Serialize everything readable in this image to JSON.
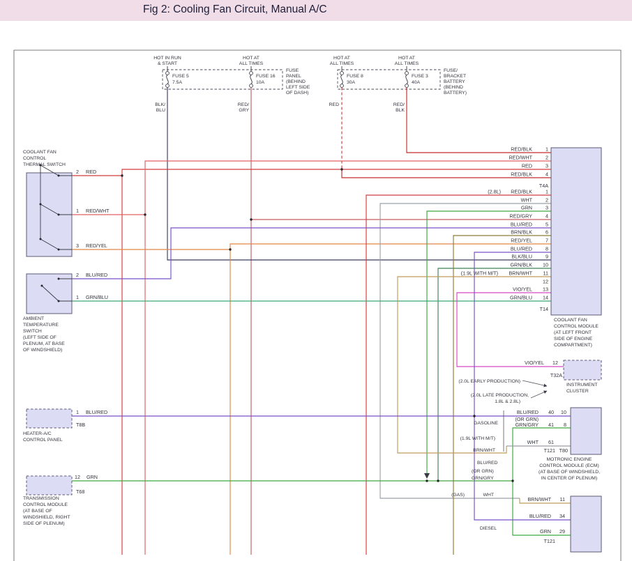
{
  "title": "Fig 2: Cooling Fan Circuit, Manual A/C",
  "colors": {
    "header_bg": "#f0dde8",
    "module_fill": "#dcddf4",
    "module_border": "#5a5a74",
    "red": "#d43c3c",
    "red_wht": "#e06060",
    "red_yel": "#e08848",
    "red_gry": "#c65c5c",
    "red_blk": "#c42c2c",
    "blu_red": "#7a50c8",
    "grn_blu": "#3aa674",
    "blk_blu": "#3a3a62",
    "brn_blk": "#8c7c36",
    "brn_wht": "#c09a5a",
    "vio_yel": "#d648c4",
    "grn": "#3da63d",
    "grn_gry": "#6cb05c",
    "grn_blk": "#3c8456",
    "wht": "#9ba1a6"
  },
  "feeds": [
    {
      "l1": "HOT IN RUN",
      "l2": "& START"
    },
    {
      "l1": "HOT AT",
      "l2": "ALL TIMES"
    },
    {
      "l1": "HOT AT",
      "l2": "ALL TIMES"
    },
    {
      "l1": "HOT AT",
      "l2": "ALL TIMES"
    }
  ],
  "fuses": [
    {
      "name": "FUSE 5",
      "amp": "7.5A"
    },
    {
      "name": "FUSE 16",
      "amp": "10A"
    },
    {
      "name": "FUSE 8",
      "amp": "30A"
    },
    {
      "name": "FUSE 3",
      "amp": "40A"
    }
  ],
  "fuse_panel_note": {
    "l1": "FUSE",
    "l2": "PANEL",
    "l3": "(BEHIND",
    "l4": "LEFT SIDE",
    "l5": "OF DASH)"
  },
  "battery_note": {
    "l1": "FUSE/",
    "l2": "BRACKET",
    "l3": "BATTERY",
    "l4": "(BEHIND",
    "l5": "BATTERY)"
  },
  "drops": [
    {
      "l1": "BLK/",
      "l2": "BLU"
    },
    {
      "l1": "RED/",
      "l2": "GRY"
    },
    {
      "l1": "RED"
    },
    {
      "l1": "RED/",
      "l2": "BLK"
    }
  ],
  "thermal": {
    "name": {
      "l1": "COOLANT FAN",
      "l2": "CONTROL",
      "l3": "THERMAL SWITCH"
    },
    "pins": [
      {
        "n": "2",
        "w": "RED"
      },
      {
        "n": "1",
        "w": "RED/WHT"
      },
      {
        "n": "3",
        "w": "RED/YEL"
      }
    ]
  },
  "ambient": {
    "name": {
      "l1": "AMBIENT",
      "l2": "TEMPERATURE",
      "l3": "SWITCH",
      "l4": "(LEFT SIDE OF",
      "l5": "PLENUM, AT BASE",
      "l6": "OF WINDSHIELD)"
    },
    "pins": [
      {
        "n": "2",
        "w": "BLU/RED"
      },
      {
        "n": "1",
        "w": "GRN/BLU"
      }
    ]
  },
  "heater": {
    "name": {
      "l1": "HEATER-A/C",
      "l2": "CONTROL PANEL"
    },
    "pin": {
      "n": "1",
      "w": "BLU/RED"
    },
    "conn": "T8B"
  },
  "trans": {
    "name": {
      "l1": "TRANSMISSION",
      "l2": "CONTROL MODULE",
      "l3": "(AT BASE OF",
      "l4": "WINDSHIELD, RIGHT",
      "l5": "SIDE OF PLENUM)"
    },
    "pin": {
      "n": "12",
      "w": "GRN"
    },
    "conn": "T68"
  },
  "cfm": {
    "name": {
      "l1": "COOLANT FAN",
      "l2": "CONTROL MODULE",
      "l3": "(AT LEFT FRONT",
      "l4": "SIDE OF ENGINE",
      "l5": "COMPARTMENT)"
    },
    "t4a_conn": "T4A",
    "t14_conn": "T14",
    "t4a": [
      {
        "w": "RED/BLK",
        "n": "1"
      },
      {
        "w": "RED/WHT",
        "n": "2"
      },
      {
        "w": "RED",
        "n": "3"
      },
      {
        "w": "RED/BLK",
        "n": "4"
      }
    ],
    "t14": [
      {
        "note": "(2.8L)",
        "w": "RED/BLK",
        "n": "1"
      },
      {
        "w": "WHT",
        "n": "2"
      },
      {
        "w": "GRN",
        "n": "3"
      },
      {
        "w": "RED/GRY",
        "n": "4"
      },
      {
        "w": "BLU/RED",
        "n": "5"
      },
      {
        "w": "BRN/BLK",
        "n": "6"
      },
      {
        "w": "RED/YEL",
        "n": "7"
      },
      {
        "w": "BLU/RED",
        "n": "8"
      },
      {
        "w": "BLK/BLU",
        "n": "9"
      },
      {
        "w": "GRN/BLK",
        "n": "10"
      },
      {
        "note": "(1.9L WITH M/T)",
        "w": "BRN/WHT",
        "n": "11"
      },
      {
        "w": "",
        "n": "12"
      },
      {
        "w": "VIO/YEL",
        "n": "13"
      },
      {
        "w": "GRN/BLU",
        "n": "14"
      }
    ]
  },
  "cluster": {
    "name": {
      "l1": "INSTRUMENT",
      "l2": "CLUSTER"
    },
    "pin": {
      "w": "VIO/YEL",
      "n": "12"
    },
    "conn": "T32A"
  },
  "ecm": {
    "name": {
      "l1": "MOTRONIC ENGINE",
      "l2": "CONTROL MODULE (ECM)",
      "l3": "(AT BASE OF WINDSHIELD,",
      "l4": "IN CENTER OF PLENUM)"
    },
    "pins": [
      {
        "pre": "",
        "w": "BLU/RED",
        "n1": "40",
        "n2": "10"
      },
      {
        "pre": "(OR GRN)",
        "w": "GRN/GRY",
        "n1": "41",
        "n2": "8"
      },
      {
        "pre": "",
        "w": "WHT",
        "n1": "61",
        "n2": ""
      }
    ],
    "conn1": "T121",
    "conn2": "T80"
  },
  "bottom": {
    "pins": [
      {
        "w": "BRN/WHT",
        "n": "11"
      },
      {
        "w": "BLU/RED",
        "n": "34"
      },
      {
        "w": "GRN",
        "n": "29"
      }
    ],
    "conn": "T121"
  },
  "notes": {
    "early": "(2.0L EARLY PRODUCTION)",
    "late1": "(2.0L LATE PRODUCTION,",
    "late2": "1.8L & 2.8L)",
    "gasoline": "GASOLINE",
    "mt": "(1.9L WITH M/T)",
    "brnwht": "BRN/WHT",
    "blured": "BLU/RED",
    "orgrn": "(OR GRN)",
    "grngry": "GRN/GRY",
    "gas": "(GAS)",
    "wht": "WHT",
    "diesel": "DIESEL"
  }
}
